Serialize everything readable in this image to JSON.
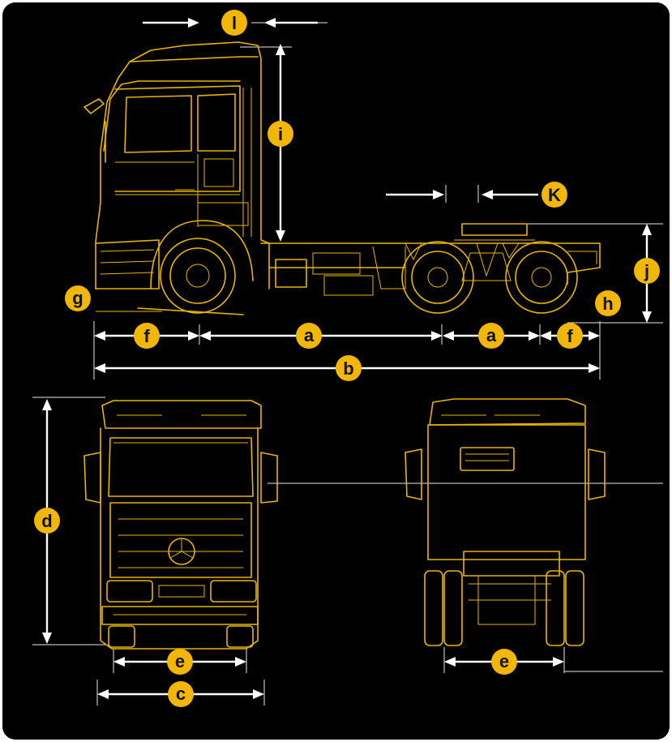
{
  "colors": {
    "background": "#000000",
    "drawing": "#e8b400",
    "badge": "#f2b705",
    "arrow": "#ffffff"
  },
  "dimensions": {
    "a1": "a",
    "a2": "a",
    "b": "b",
    "c": "c",
    "d": "d",
    "e1": "e",
    "e2": "e",
    "f1": "f",
    "f2": "f",
    "g": "g",
    "h": "h",
    "i": "i",
    "j": "j",
    "k": "K",
    "l": "l"
  }
}
